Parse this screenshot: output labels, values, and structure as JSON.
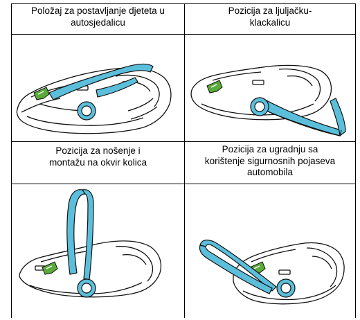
{
  "table": {
    "positions": [
      {
        "caption": "Položaj za postavljanje djeteta u\nautosjedalicu",
        "handle_position": "behind"
      },
      {
        "caption": "Pozicija za ljuljačku-\nklackalicu",
        "handle_position": "rocking"
      },
      {
        "caption": "Pozicija za nošenje i\nmontažu na okvir kolica",
        "handle_position": "upright"
      },
      {
        "caption": "Pozicija za ugradnju sa\nkorištenje sigurnosnih pojaseva\nautomobila",
        "handle_position": "front"
      }
    ]
  },
  "colors": {
    "handle": "#5bbfdc",
    "lock": "#5aab3a",
    "outline": "#111111",
    "shell": "#ffffff"
  }
}
